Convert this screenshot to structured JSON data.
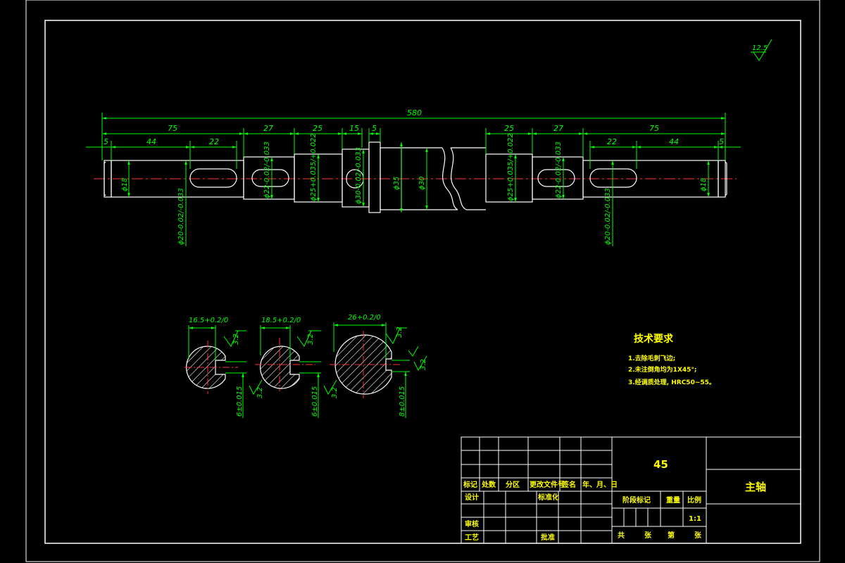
{
  "shaft": {
    "overall_length": "580",
    "dims_top": {
      "left_75": "75",
      "seg_27a": "27",
      "seg_25a": "25",
      "seg_15": "15",
      "seg_5a": "5",
      "seg_25b": "25",
      "seg_27b": "27",
      "right_75": "75"
    },
    "dims_keys": {
      "left_5": "5",
      "left_44": "44",
      "left_22": "22",
      "right_22": "22",
      "right_44": "44",
      "right_5": "5"
    },
    "diameters": {
      "d18_left": "ϕ18",
      "d22_left": "ϕ22-0.02/-0.033",
      "d25_left": "ϕ25+0.035/+0.022",
      "d30_left": "ϕ30-0.02/-0.033",
      "d35": "ϕ35",
      "d30_mid": "ϕ30",
      "d25_right": "ϕ25+0.035/+0.022",
      "d22_right": "ϕ22-0.02/-0.033",
      "d18_right": "ϕ18",
      "d20_left": "ϕ20-0.02/-0.033",
      "d20_right": "ϕ20-0.02/-0.033"
    }
  },
  "roughness_corner": "12.5",
  "sections": [
    {
      "depth": "16.5+0.2/0",
      "width": "6±0.015",
      "rough_a": "3.2",
      "rough_b": "3.2"
    },
    {
      "depth": "18.5+0.2/0",
      "width": "6±0.015",
      "rough_a": "3.2",
      "rough_b": "3.2"
    },
    {
      "depth": "26+0.2/0",
      "width": "8±0.015",
      "rough_a": "3.2",
      "rough_b": "3.2"
    }
  ],
  "requirements": {
    "title": "技术要求",
    "items": [
      "1.去除毛刺飞边;",
      "2.未注倒角均为1X45°;",
      "3.经调质处理, HRC50~55。"
    ]
  },
  "title_block": {
    "material": "45",
    "part_name": "主轴",
    "scale": "1:1",
    "col_labels": [
      "标记",
      "处数",
      "分区",
      "更改文件号",
      "签名",
      "年、月、日"
    ],
    "design": "设计",
    "standard": "标准化",
    "review": "审核",
    "process": "工艺",
    "approve": "批准",
    "stage_mark": "阶段标记",
    "weight": "重量",
    "ratio": "比例",
    "total": "共",
    "sheet": "张",
    "page": "第",
    "sheet2": "张"
  }
}
